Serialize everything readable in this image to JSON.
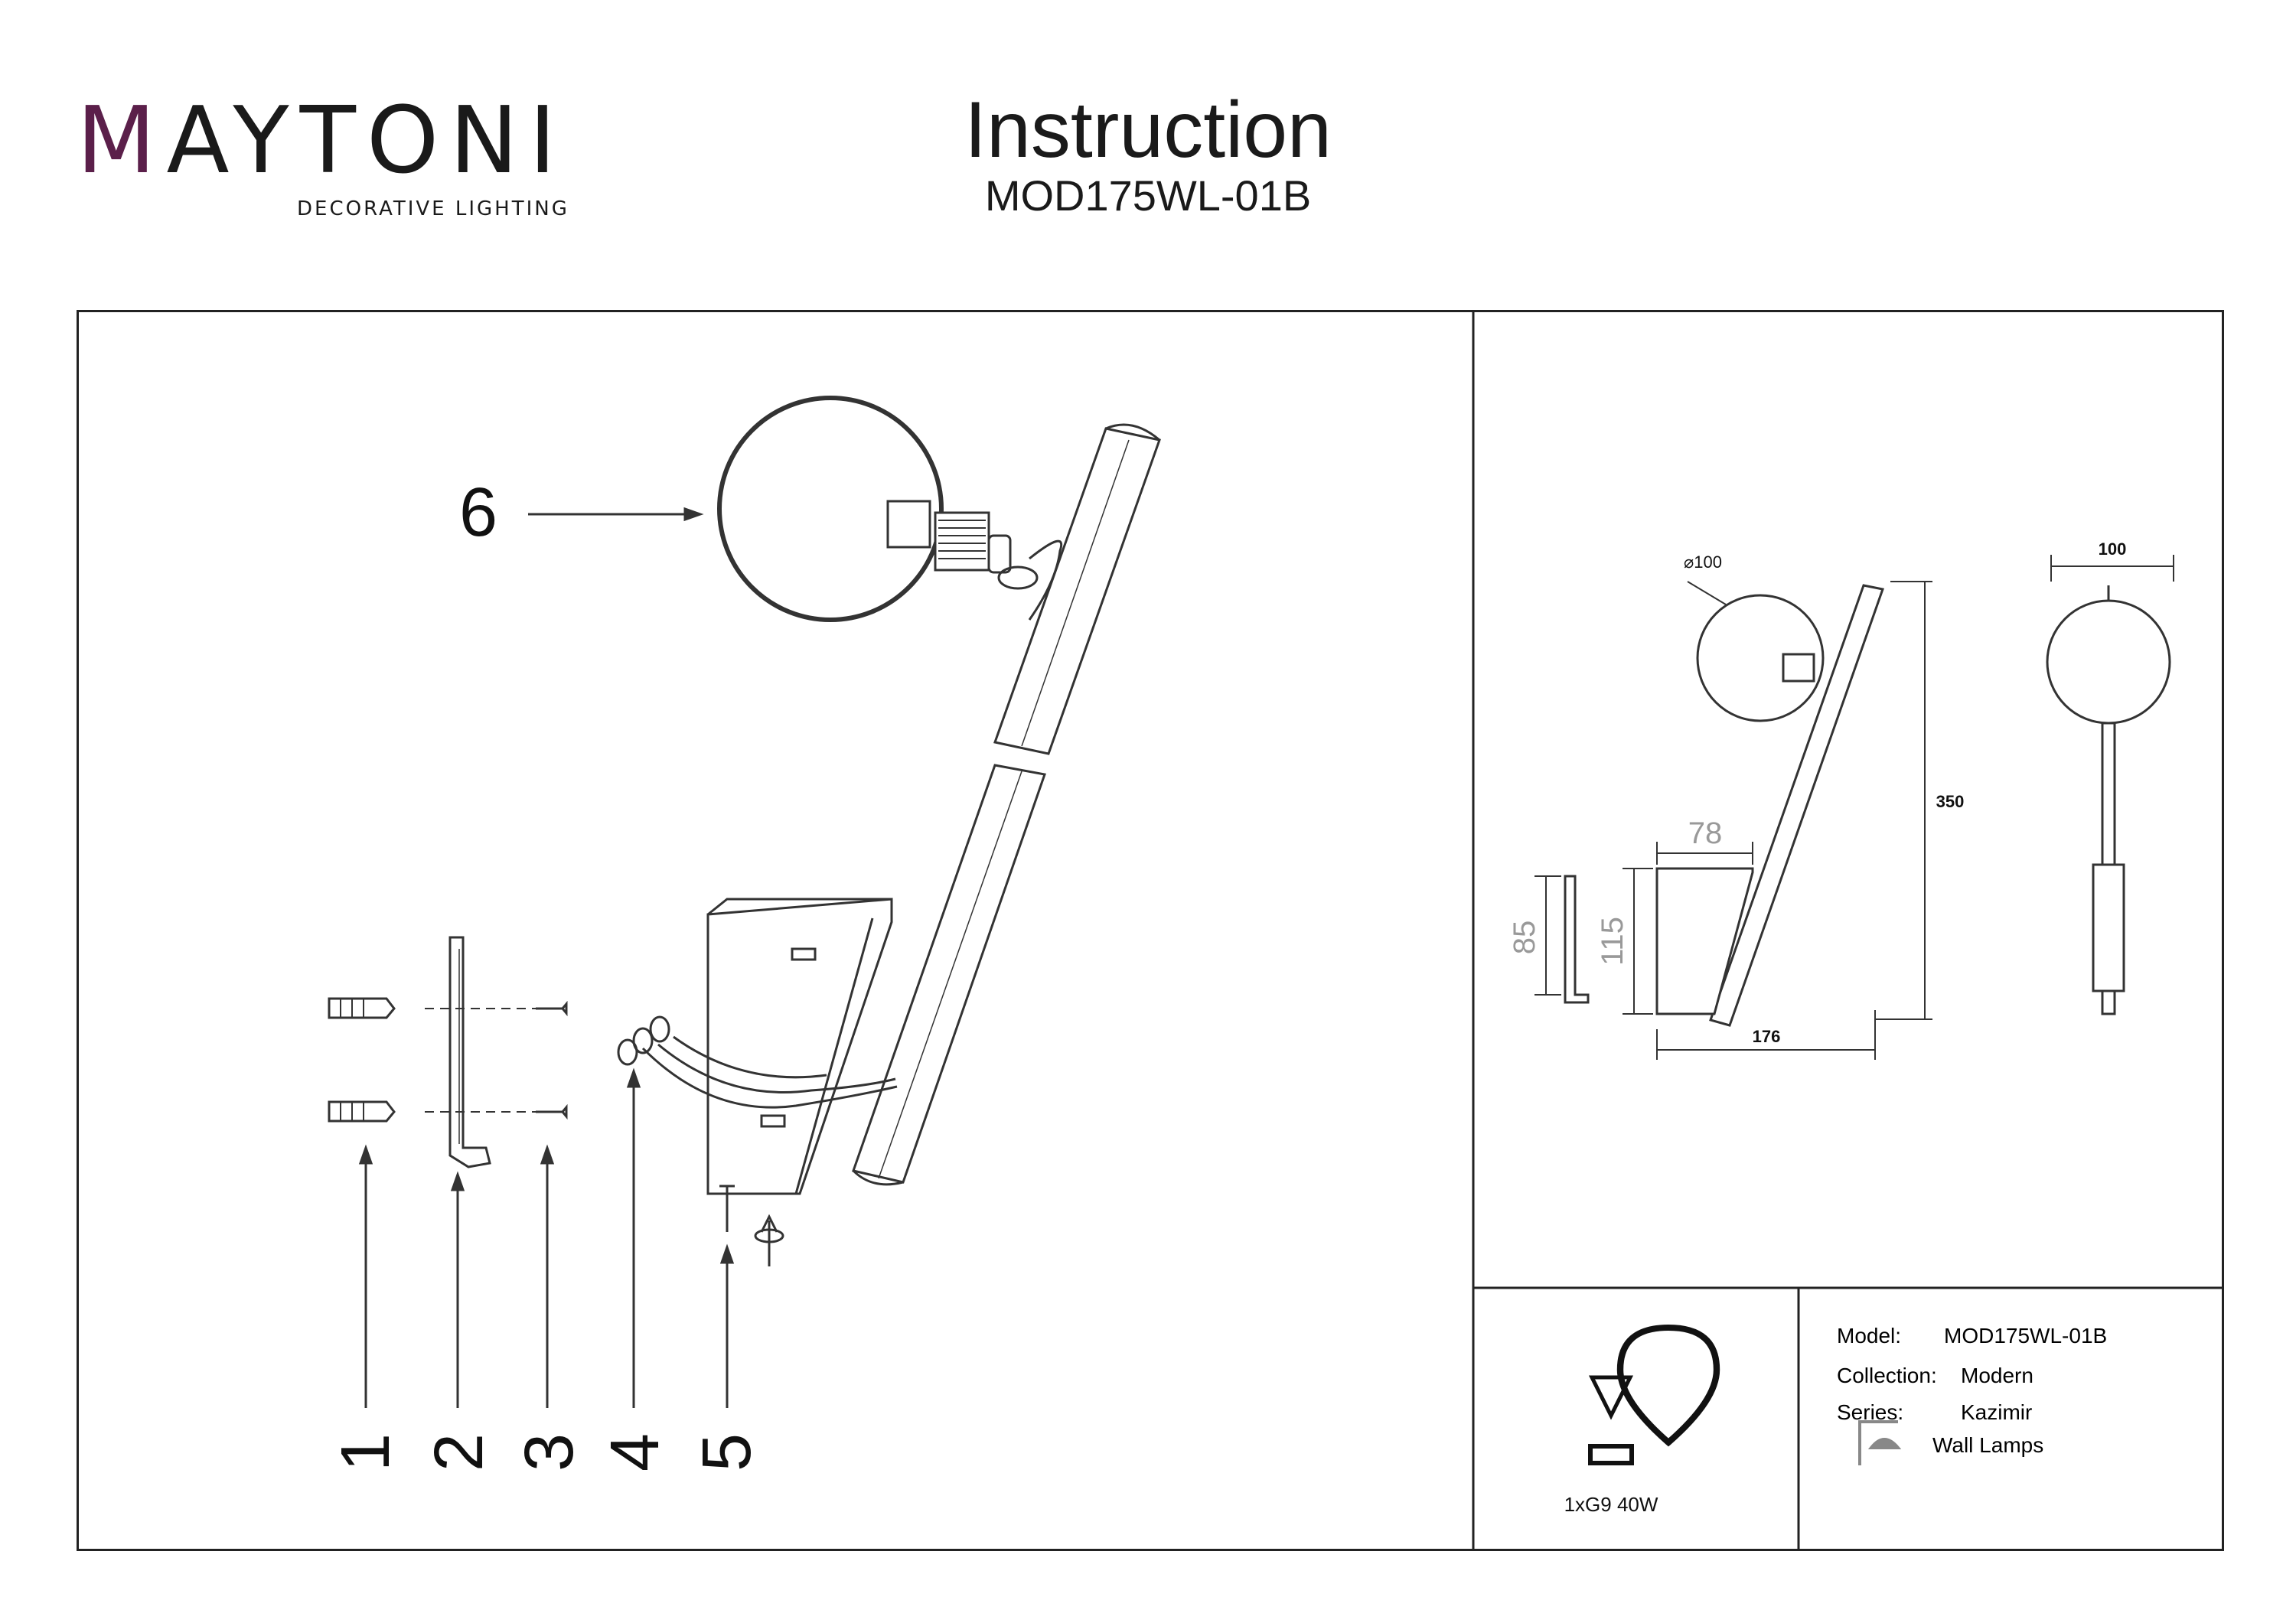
{
  "brand": {
    "name_prefix": "M",
    "name_main": "AYTONI",
    "tagline": "DECORATIVE LIGHTING",
    "accent_color": "#5b1f4a"
  },
  "header": {
    "title": "Instruction",
    "model": "MOD175WL-01B"
  },
  "parts": {
    "labels": [
      "1",
      "2",
      "3",
      "4",
      "5",
      "6"
    ]
  },
  "dimensions": {
    "diameter": "⌀100",
    "width_front": "100",
    "height_total": "350",
    "depth_box": "78",
    "height_box": "115",
    "height_bracket": "85",
    "projection": "176"
  },
  "bulb": {
    "icon": "bulb-icon",
    "spec": "1xG9 40W"
  },
  "info": {
    "model_label": "Model:",
    "model_value": "MOD175WL-01B",
    "collection_label": "Collection:",
    "collection_value": "Modern",
    "series_label": "Series:",
    "series_value": "Kazimir",
    "type_icon": "wall-lamp-icon",
    "type_value": "Wall Lamps"
  }
}
